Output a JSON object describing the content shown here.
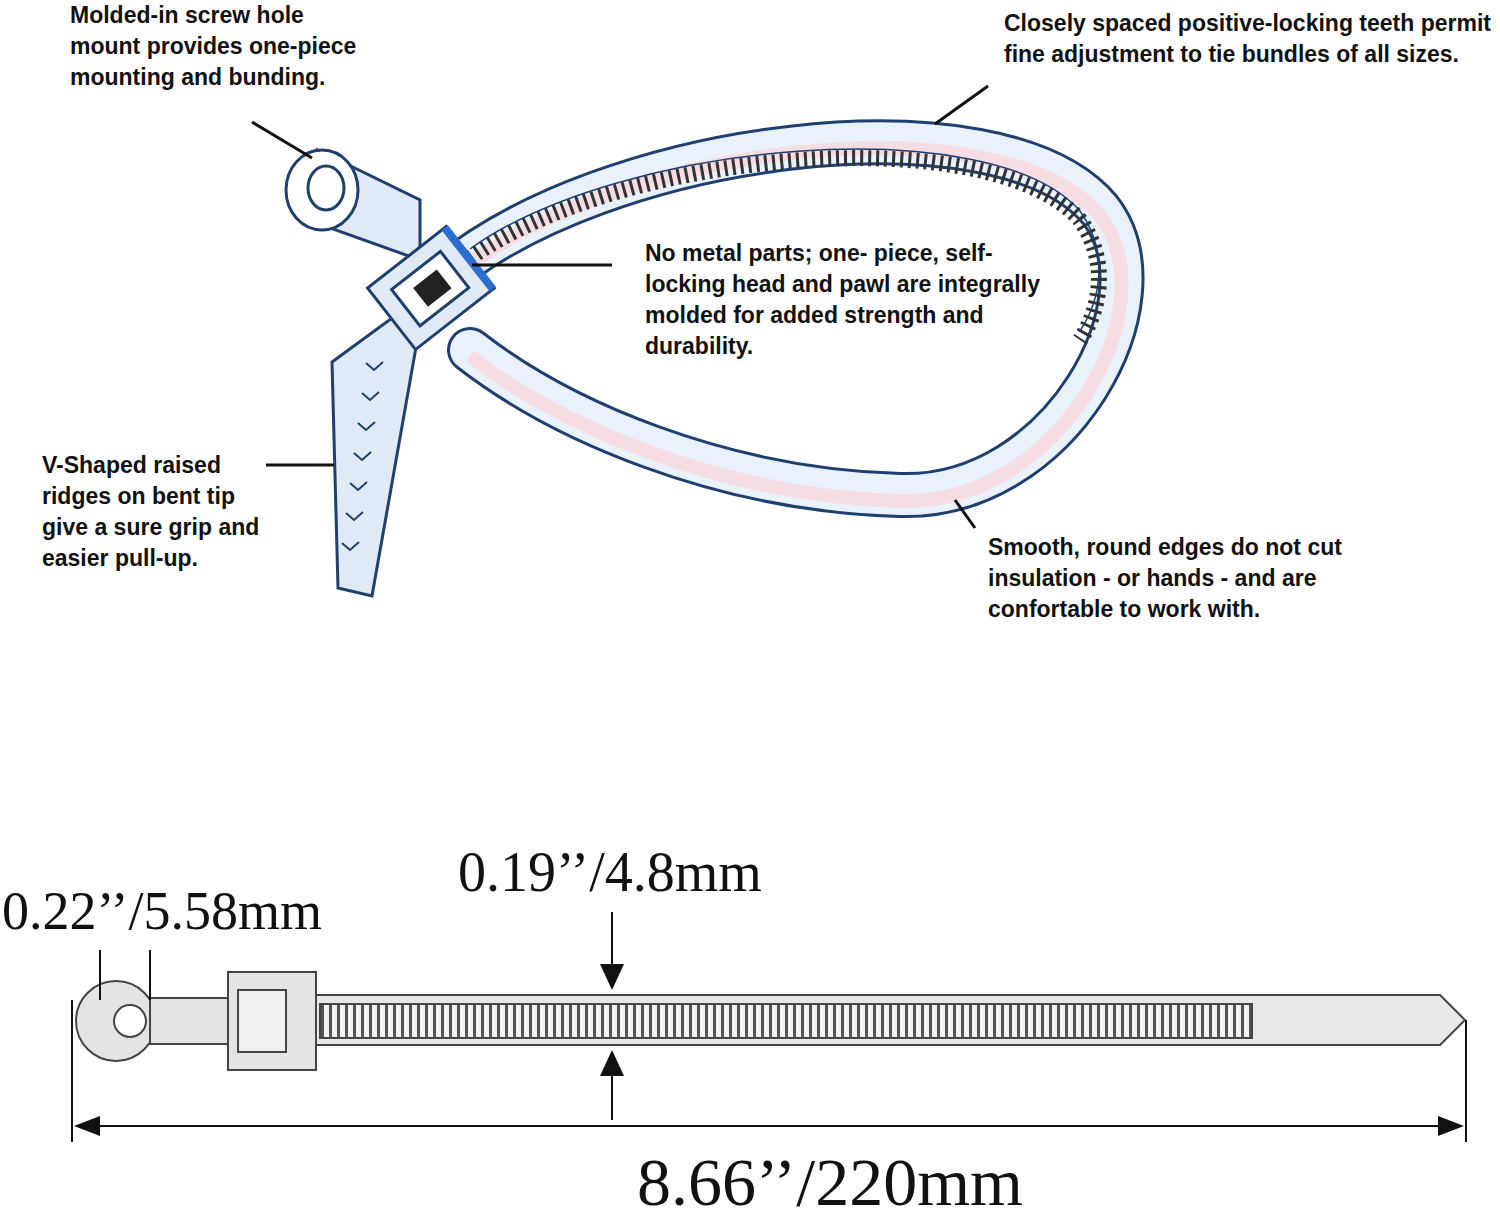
{
  "diagram": {
    "labels": [
      "Molded-in screw hole mount provides one-piece mounting and bunding.",
      "Closely spaced positive-locking teeth permit fine adjustment to tie bundles of all sizes.",
      "No metal parts; one- piece, self-locking head and pawl are integrally molded for added strength and durability.",
      "V-Shaped raised ridges on bent tip give a sure grip and easier pull-up.",
      "Smooth, round edges do not cut insulation - or hands - and are confortable to work with.",
      "0.22’’/5.58mm",
      "0.19’’/4.8mm",
      "8.66’’/220mm"
    ]
  }
}
